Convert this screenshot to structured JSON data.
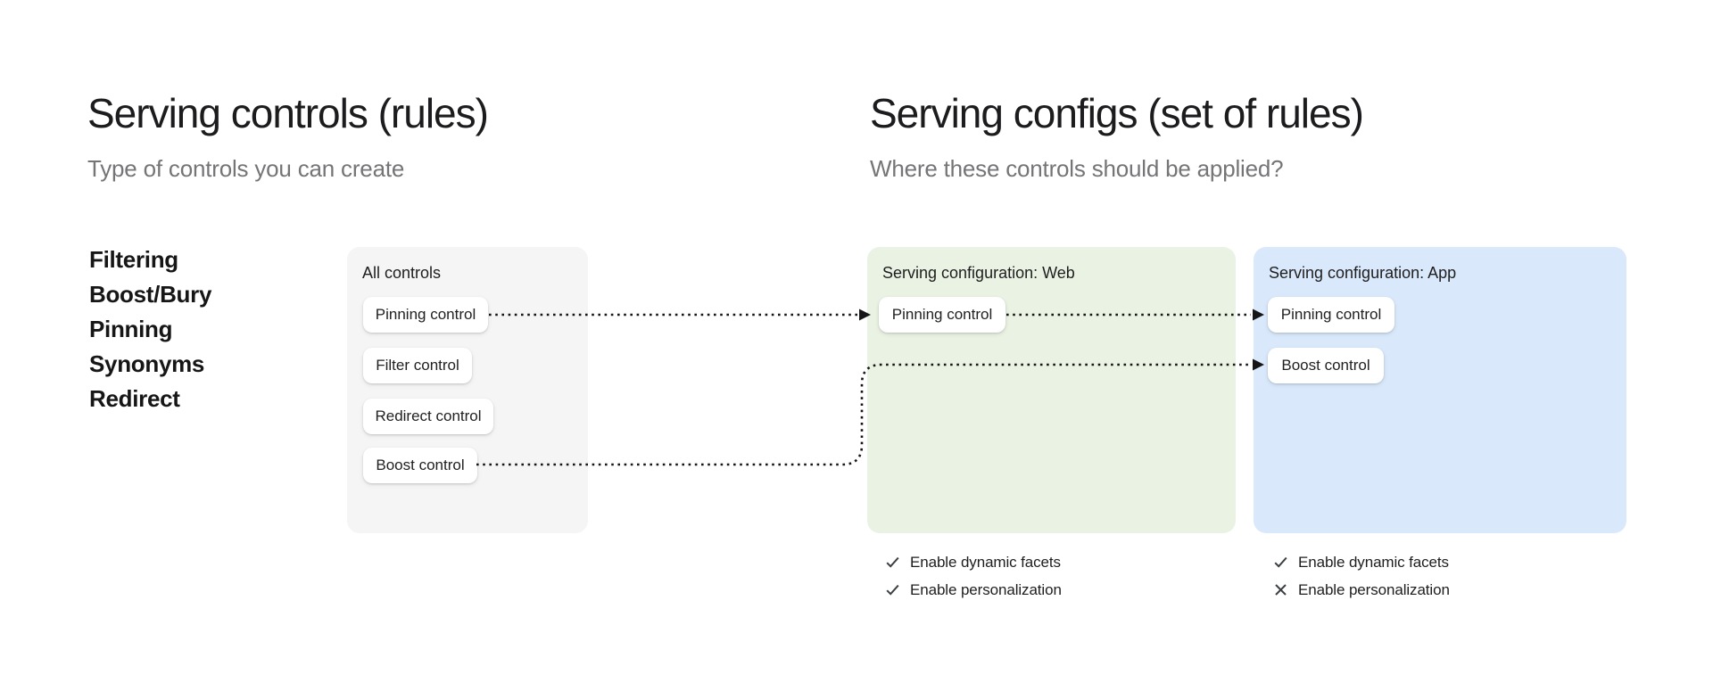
{
  "left_section": {
    "title": "Serving controls (rules)",
    "subtitle": "Type of controls you can create",
    "control_types": [
      "Filtering",
      "Boost/Bury",
      "Pinning",
      "Synonyms",
      "Redirect"
    ]
  },
  "right_section": {
    "title": "Serving configs (set of rules)",
    "subtitle": "Where these controls should be applied?"
  },
  "all_controls_card": {
    "label": "All controls",
    "buttons": [
      "Pinning control",
      "Filter control",
      "Redirect control",
      "Boost control"
    ]
  },
  "web_card": {
    "label": "Serving configuration: Web",
    "buttons": [
      "Pinning control"
    ],
    "checklist": [
      {
        "icon": "check-icon",
        "label": "Enable dynamic facets"
      },
      {
        "icon": "check-icon",
        "label": "Enable personalization"
      }
    ]
  },
  "app_card": {
    "label": "Serving configuration: App",
    "buttons": [
      "Pinning control",
      "Boost control"
    ],
    "checklist": [
      {
        "icon": "check-icon",
        "label": "Enable dynamic facets"
      },
      {
        "icon": "x-icon",
        "label": "Enable personalization"
      }
    ]
  },
  "arrows": [
    {
      "name": "pinning-to-web",
      "from": "all-controls.pinning-control",
      "to": "web.pinning-control",
      "style": "dotted"
    },
    {
      "name": "pinning-web-to-app",
      "from": "web.pinning-control",
      "to": "app.pinning-control",
      "style": "dotted"
    },
    {
      "name": "boost-to-app",
      "from": "all-controls.boost-control",
      "to": "app.boost-control",
      "style": "dotted"
    }
  ],
  "colors": {
    "title": "#1c1c1e",
    "subtitle": "#757578",
    "card-gray": "#f5f5f5",
    "card-green": "#eaf2e4",
    "card-blue": "#d9e9fb",
    "arrow": "#161616",
    "icon": "#3c4043"
  }
}
